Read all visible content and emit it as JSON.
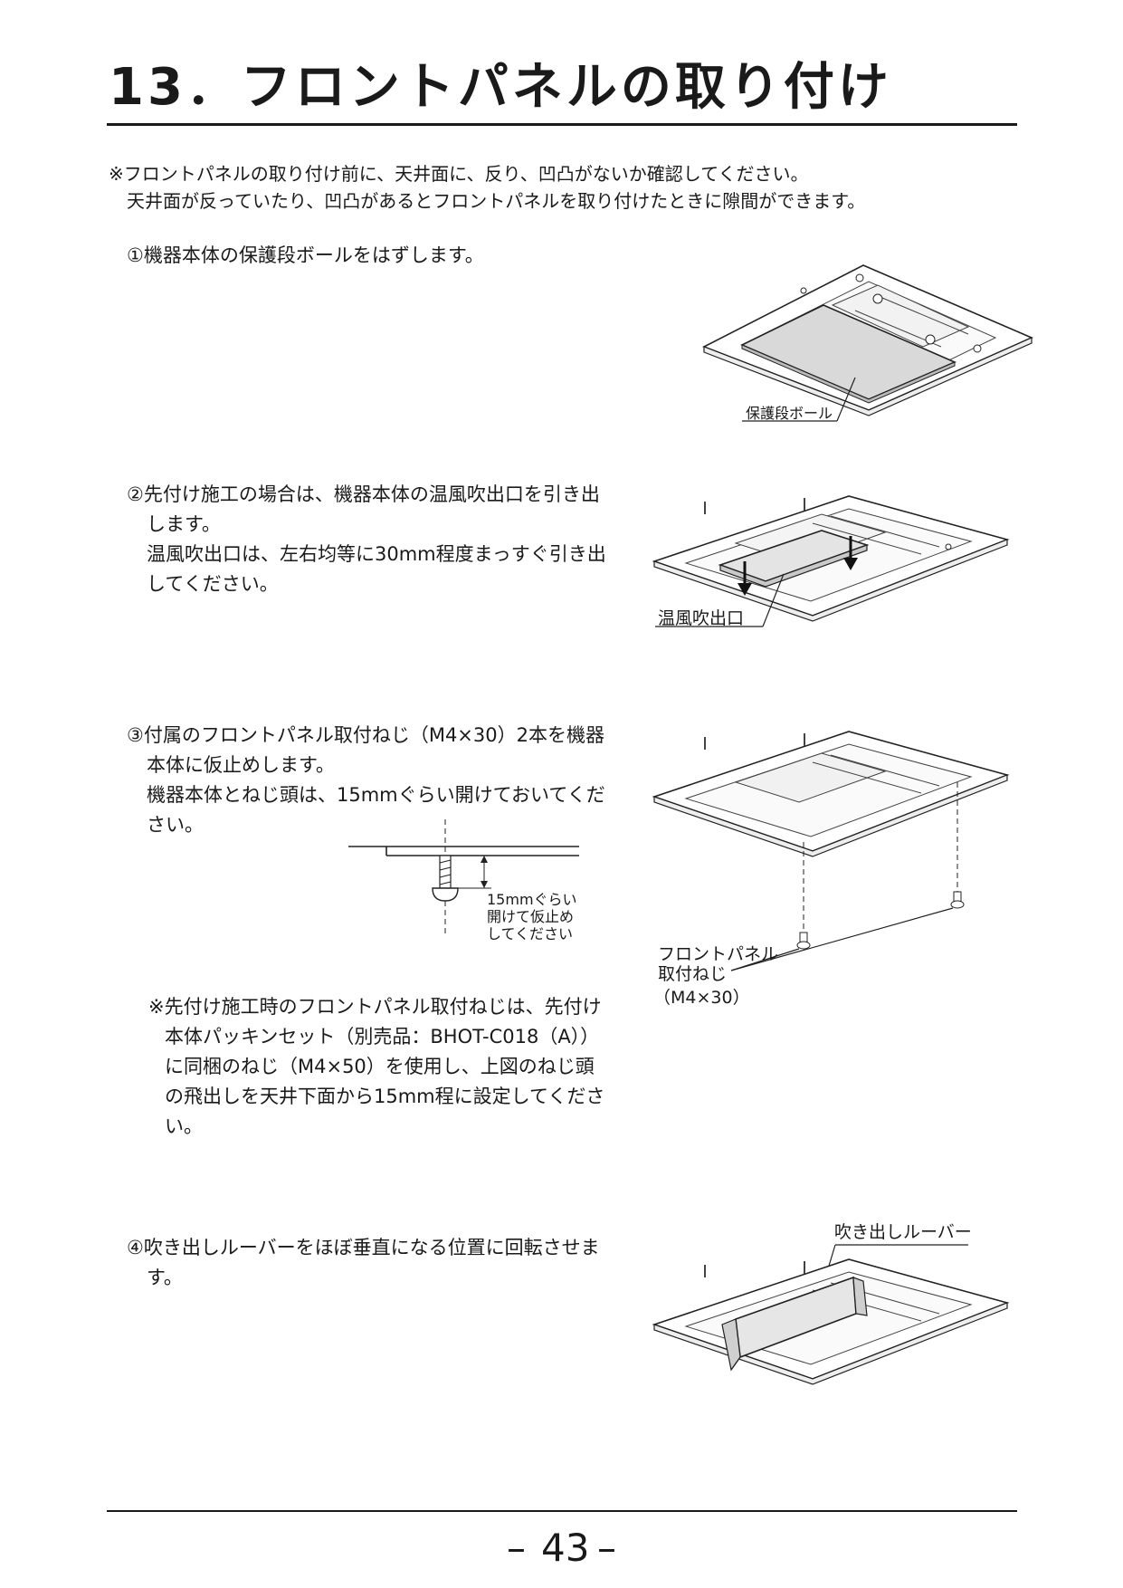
{
  "title": "13．フロントパネルの取り付け",
  "note": {
    "line1": "※フロントパネルの取り付け前に、天井面に、反り、凹凸がないか確認してください。",
    "line2": "天井面が反っていたり、凹凸があるとフロントパネルを取り付けたときに隙間ができます。"
  },
  "steps": [
    {
      "lines": [
        "①機器本体の保護段ボールをはずします。"
      ],
      "figure_label": "保護段ボール"
    },
    {
      "lines": [
        "②先付け施工の場合は、機器本体の温風吹出口を引き出",
        "します。",
        "温風吹出口は、左右均等に30mm程度まっすぐ引き出",
        "してください。"
      ],
      "figure_label": "温風吹出口"
    },
    {
      "lines": [
        "③付属のフロントパネル取付ねじ（M4×30）2本を機器",
        "本体に仮止めします。",
        "機器本体とねじ頭は、15mmぐらい開けておいてくだ",
        "さい。"
      ],
      "detail_label": [
        "15mmぐらい",
        "開けて仮止め",
        "してください"
      ],
      "figure_label": [
        "フロントパネル",
        "取付ねじ",
        "（M4×30）"
      ],
      "sub_note": [
        "※先付け施工時のフロントパネル取付ねじは、先付け",
        "本体パッキンセット（別売品：BHOT-C018（A））",
        "に同梱のねじ（M4×50）を使用し、上図のねじ頭",
        "の飛出しを天井下面から15mm程に設定してくださ",
        "い。"
      ]
    },
    {
      "lines": [
        "④吹き出しルーバーをほぼ垂直になる位置に回転させま",
        "す。"
      ],
      "figure_label": "吹き出しルーバー"
    }
  ],
  "page_number": "43"
}
